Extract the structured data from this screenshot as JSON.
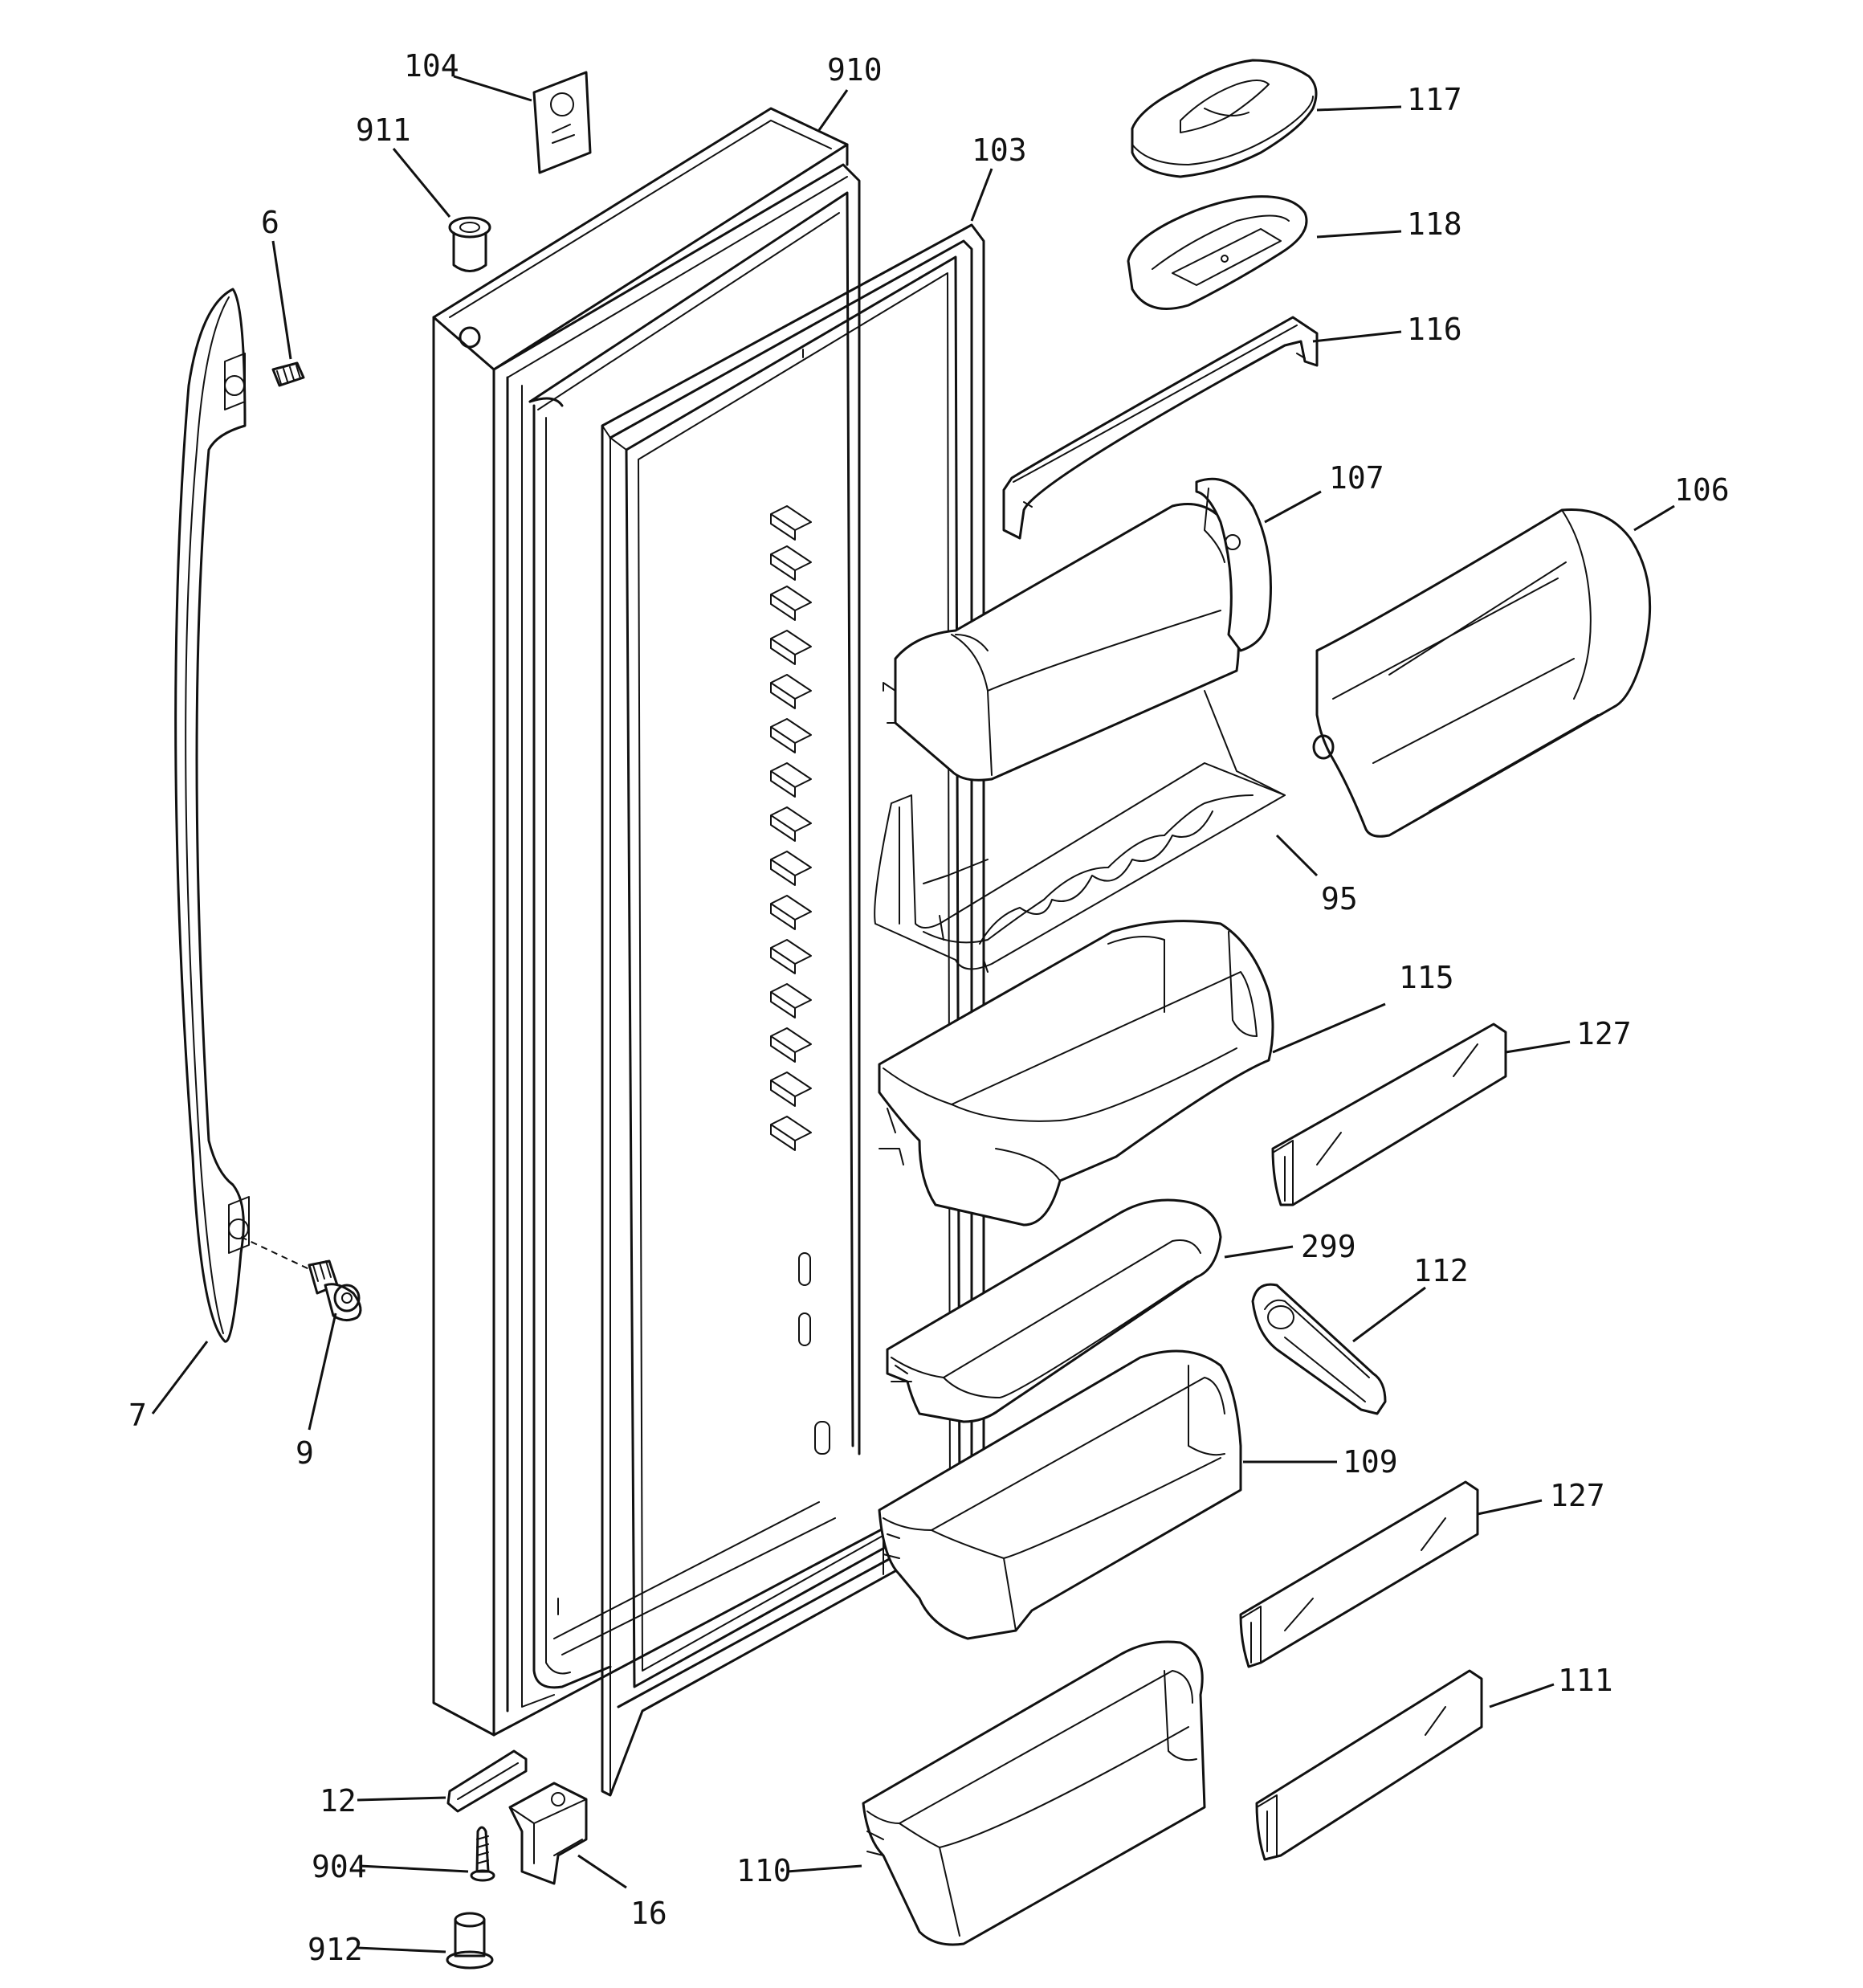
{
  "labels": {
    "p104": "104",
    "p910": "910",
    "p911": "911",
    "p103": "103",
    "p6": "6",
    "p117": "117",
    "p118": "118",
    "p116": "116",
    "p107": "107",
    "p106": "106",
    "p95": "95",
    "p115": "115",
    "p127a": "127",
    "p299": "299",
    "p112": "112",
    "p7": "7",
    "p9": "9",
    "p109": "109",
    "p127b": "127",
    "p111": "111",
    "p12": "12",
    "p904": "904",
    "p16": "16",
    "p110": "110",
    "p912": "912"
  }
}
